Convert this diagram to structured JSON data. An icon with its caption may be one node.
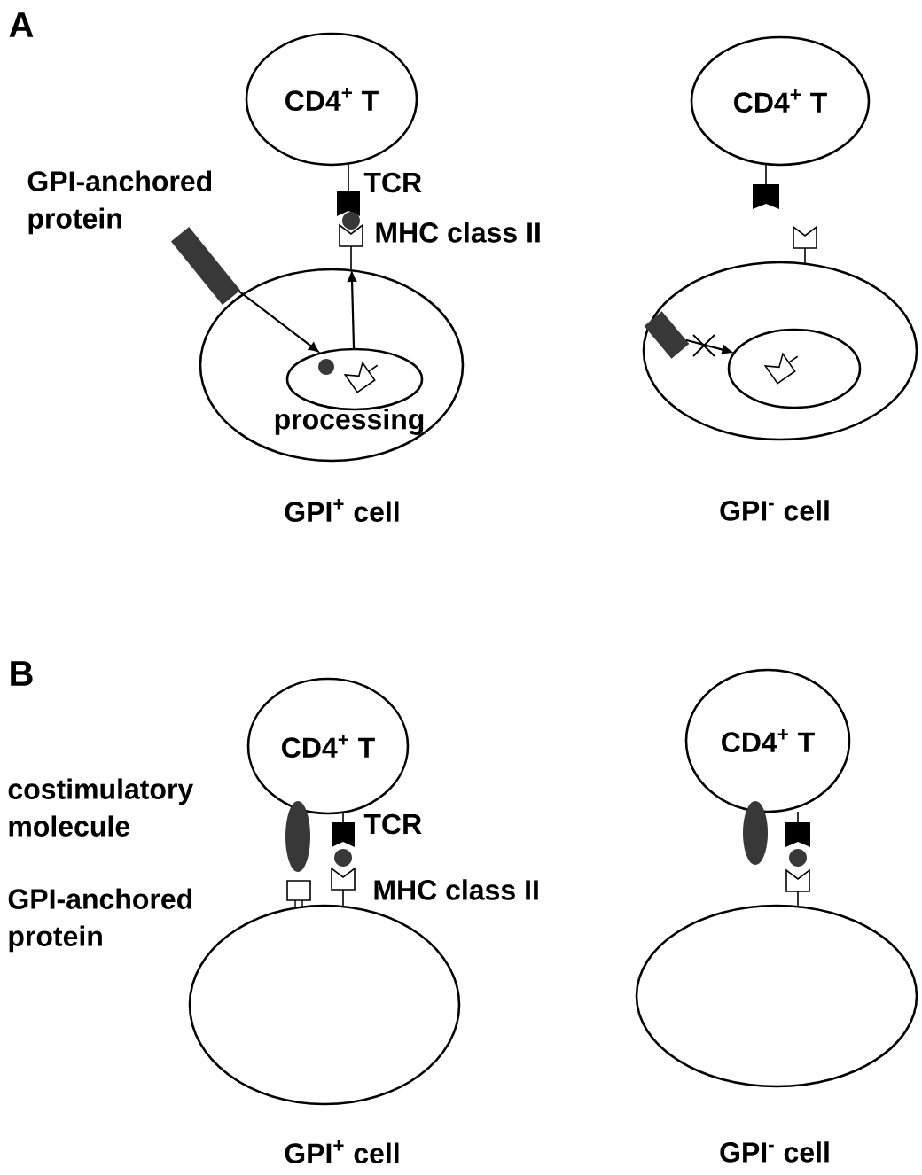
{
  "diagram": {
    "nodes": [
      {
        "text": [
          "CD4$^{+}$ T"
        ]
      },
      {
        "text": [],
        "shape": "ellipse",
        "beside": [
          "GPI$^{+}$ cell"
        ]
      },
      {
        "text": [],
        "shape": "ellipse",
        "in": 1,
        "beside": [
          "processing"
        ]
      },
      {
        "text": [],
        "shape": "bar",
        "beside": [
          "GPI-anchored protein"
        ]
      },
      {
        "text": [],
        "shape": "block",
        "beside": [
          "TCR"
        ]
      },
      {
        "text": [],
        "shape": "cup",
        "beside": [
          "MHC class II"
        ]
      },
      {
        "text": [
          "CD4$^{+}$ T"
        ]
      },
      {
        "text": [],
        "shape": "ellipse",
        "beside": [
          "GPI$^{-}$ cell"
        ]
      },
      {
        "text": [],
        "shape": "ellipse",
        "in": 7
      },
      {
        "text": [],
        "shape": "bar",
        "in": 7
      },
      {
        "text": [],
        "shape": "block"
      },
      {
        "text": [],
        "shape": "cup"
      },
      {
        "text": [
          "CD4$^{+}$ T"
        ]
      },
      {
        "text": [],
        "shape": "ellipse",
        "beside": [
          "GPI$^{+}$ cell"
        ]
      },
      {
        "text": [],
        "shape": "oval"
      },
      {
        "text": [],
        "shape": "box"
      },
      {
        "text": [],
        "shape": "block",
        "beside": [
          "TCR"
        ]
      },
      {
        "text": [],
        "shape": "cup",
        "beside": [
          "MHC class II"
        ]
      },
      {
        "text": [
          "CD4$^{+}$ T"
        ]
      },
      {
        "text": [],
        "shape": "ellipse",
        "beside": [
          "GPI$^{-}$ cell"
        ]
      },
      {
        "text": [],
        "shape": "oval"
      },
      {
        "text": [],
        "shape": "block"
      },
      {
        "text": [],
        "shape": "cup"
      }
    ],
    "edges": [
      {
        "from": 3,
        "to": 2,
        "arrow": "to"
      },
      {
        "from": 2,
        "to": 5,
        "arrow": "to"
      },
      {
        "from": 9,
        "to": 8,
        "arrow": "to"
      }
    ],
    "labels": [
      "A",
      "B",
      "costimulatory molecule",
      "GPI-anchored protein"
    ]
  }
}
